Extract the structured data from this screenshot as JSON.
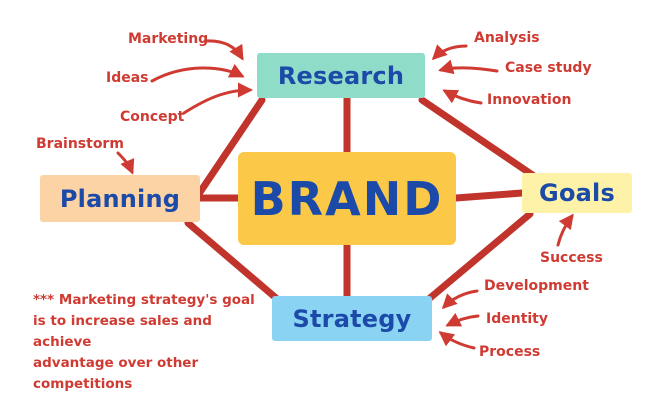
{
  "meta": {
    "palette": {
      "connector_red": "#c0342b",
      "annotation_red": "#cf3b32",
      "node_text_blue": "#1b4aa8",
      "brand_yellow": "#fbc847",
      "research_mint": "#8fdcc9",
      "planning_peach": "#fbd3a4",
      "goals_pale_yellow": "#fdf2a8",
      "strategy_sky_blue": "#8ad3f2",
      "background": "#ffffff"
    }
  },
  "nodes": {
    "brand": "BRAND",
    "research": "Research",
    "planning": "Planning",
    "goals": "Goals",
    "strategy": "Strategy"
  },
  "annotations": {
    "marketing": "Marketing",
    "ideas": "Ideas",
    "concept": "Concept",
    "brainstorm": "Brainstorm",
    "analysis": "Analysis",
    "case_study": "Case study",
    "innovation": "Innovation",
    "success": "Success",
    "development": "Development",
    "identity": "Identity",
    "process": "Process"
  },
  "note": {
    "line1": "*** Marketing strategy's goal",
    "line2": "is to increase sales and achieve",
    "line3": "advantage over other competitions"
  },
  "chart_data": {
    "type": "diagram",
    "subtype": "mind-map",
    "title": "BRAND",
    "center": "BRAND",
    "branches": [
      {
        "name": "Research",
        "position": "top",
        "inputs": [
          "Marketing",
          "Ideas",
          "Concept",
          "Analysis",
          "Case study",
          "Innovation"
        ]
      },
      {
        "name": "Planning",
        "position": "left",
        "inputs": [
          "Brainstorm"
        ]
      },
      {
        "name": "Goals",
        "position": "right",
        "inputs": [
          "Success"
        ]
      },
      {
        "name": "Strategy",
        "position": "bottom",
        "inputs": [
          "Development",
          "Identity",
          "Process"
        ]
      }
    ],
    "connections": [
      {
        "from": "BRAND",
        "to": "Research"
      },
      {
        "from": "BRAND",
        "to": "Planning"
      },
      {
        "from": "BRAND",
        "to": "Goals"
      },
      {
        "from": "BRAND",
        "to": "Strategy"
      },
      {
        "from": "Planning",
        "to": "Research"
      },
      {
        "from": "Research",
        "to": "Goals"
      },
      {
        "from": "Goals",
        "to": "Strategy"
      },
      {
        "from": "Strategy",
        "to": "Planning"
      }
    ],
    "note": "*** Marketing strategy's goal is to increase sales and achieve advantage over other competitions"
  }
}
